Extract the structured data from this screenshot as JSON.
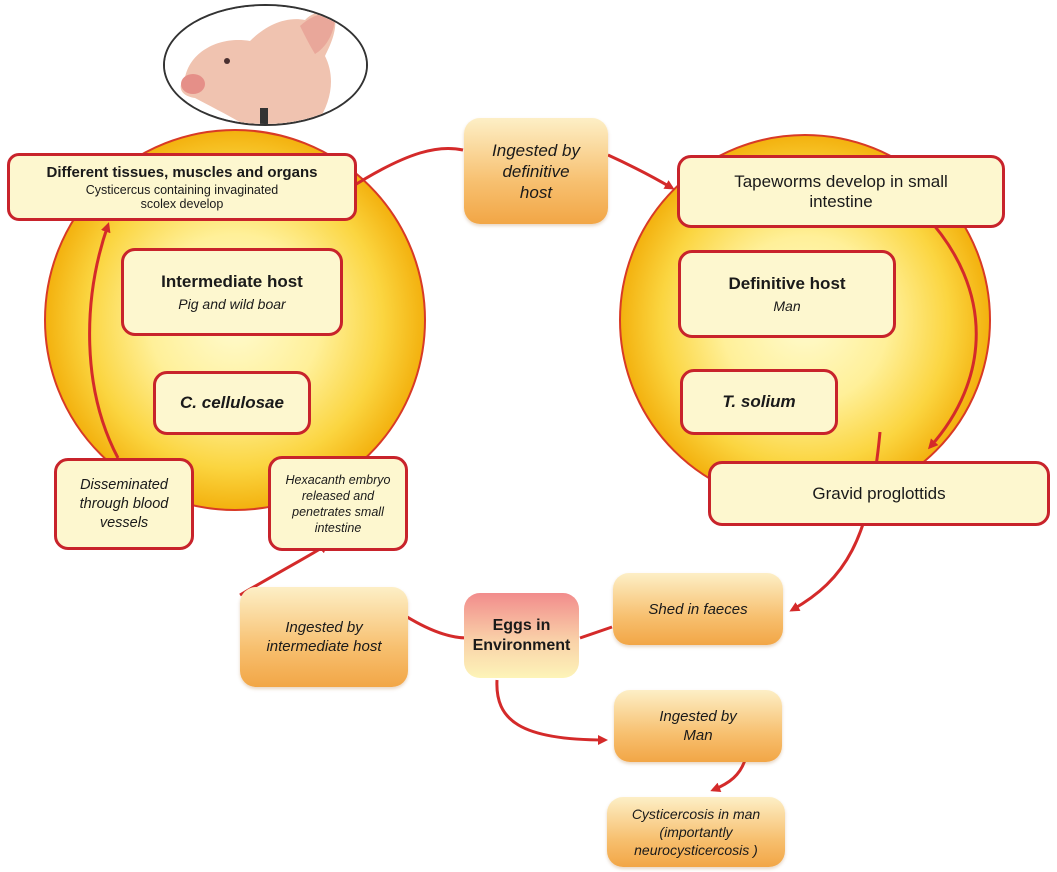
{
  "intermediate_cycle": {
    "tissues_title": "Different tissues, muscles and organs",
    "tissues_sub_1": "Cysticercus containing invaginated",
    "tissues_sub_2": "scolex develop",
    "host_title": "Intermediate host",
    "host_sub": "Pig and wild boar",
    "stage": "C. cellulosae",
    "hexacanth_1": "Hexacanth embryo",
    "hexacanth_2": "released and",
    "hexacanth_3": "penetrates small",
    "hexacanth_4": "intestine",
    "disseminated_1": "Disseminated",
    "disseminated_2": "through blood",
    "disseminated_3": "vessels"
  },
  "definitive_cycle": {
    "tapeworms_1": "Tapeworms develop in small",
    "tapeworms_2": "intestine",
    "host_title": "Definitive host",
    "host_sub": "Man",
    "stage": "T. solium",
    "gravid": "Gravid proglottids"
  },
  "transitions": {
    "ingested_definitive_1": "Ingested by",
    "ingested_definitive_2": "definitive",
    "ingested_definitive_3": "host",
    "shed_faeces": "Shed in faeces",
    "eggs_1": "Eggs in",
    "eggs_2": "Environment",
    "ingested_intermediate_1": "Ingested by",
    "ingested_intermediate_2": "intermediate host",
    "ingested_man_1": "Ingested by",
    "ingested_man_2": "Man",
    "cysticercosis_1": "Cysticercosis in man",
    "cysticercosis_2": "(importantly",
    "cysticercosis_3": "neurocysticercosis )"
  },
  "colors": {
    "arrow": "#d42a2a",
    "box_border": "#c8232b",
    "box_fill": "#fdf7cf",
    "circle_center": "#fff7a8",
    "circle_edge": "#f3b10e"
  },
  "icons": {
    "pig": "pig-head-image"
  }
}
